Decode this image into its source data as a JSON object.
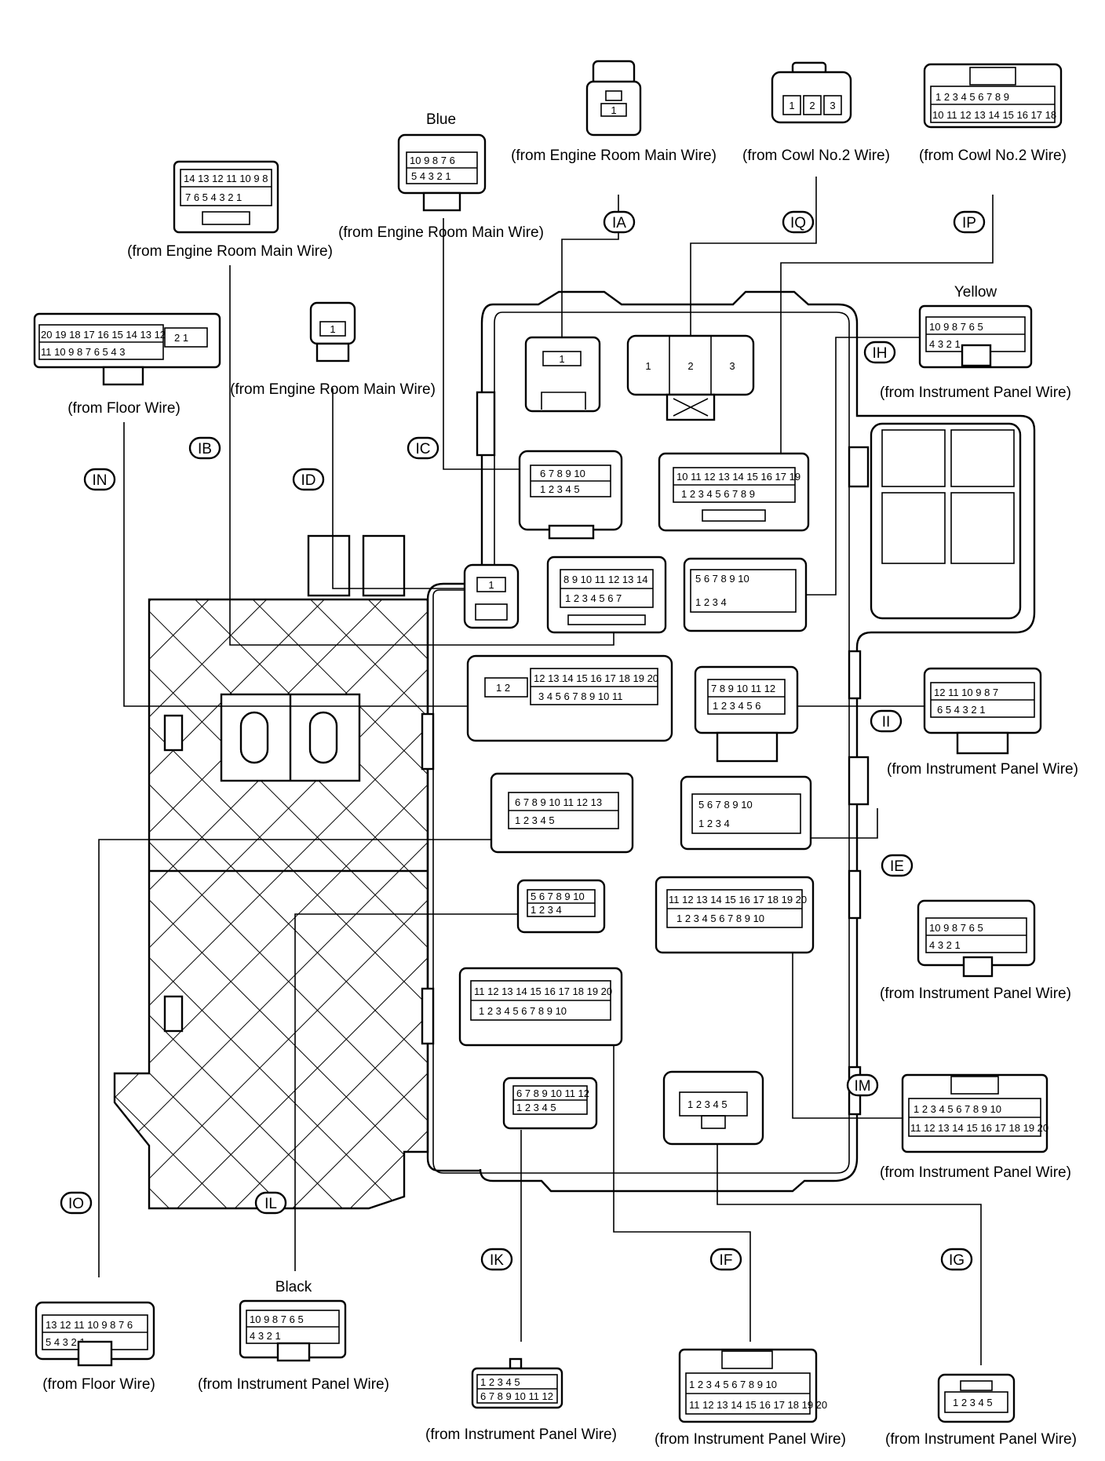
{
  "connectors": [
    {
      "id": "IA",
      "source": "(from Engine Room Main Wire)",
      "pins": "1"
    },
    {
      "id": "IQ",
      "source": "(from Cowl No.2 Wire)",
      "pins": "1 2 3"
    },
    {
      "id": "IP",
      "source": "(from Cowl No.2 Wire)",
      "pins": "1-18"
    },
    {
      "id": "IC",
      "source": "(from Engine Room Main Wire)",
      "color": "Blue",
      "pins": "1-10"
    },
    {
      "id": "IB",
      "source": "(from Engine Room Main Wire)",
      "pins": "1-14"
    },
    {
      "id": "IN",
      "source": "(from Floor Wire)",
      "pins": "1-20"
    },
    {
      "id": "ID",
      "source": "(from Engine Room Main Wire)",
      "pins": "1"
    },
    {
      "id": "IH",
      "source": "(from Instrument Panel Wire)",
      "color": "Yellow",
      "pins": "1-10"
    },
    {
      "id": "II",
      "source": "(from Instrument Panel Wire)",
      "pins": "1-12"
    },
    {
      "id": "IE",
      "source": "(from Instrument Panel Wire)",
      "pins": "1-10"
    },
    {
      "id": "IM",
      "source": "(from Instrument Panel Wire)",
      "pins": "1-20"
    },
    {
      "id": "IO",
      "source": "(from Floor Wire)",
      "pins": "1-13"
    },
    {
      "id": "IL",
      "source": "(from Instrument Panel Wire)",
      "color": "Black",
      "pins": "1-10"
    },
    {
      "id": "IK",
      "source": "(from Instrument Panel Wire)",
      "pins": "1-12"
    },
    {
      "id": "IF",
      "source": "(from Instrument Panel Wire)",
      "pins": "1-20"
    },
    {
      "id": "IG",
      "source": "(from Instrument Panel Wire)",
      "pins": "1-5"
    }
  ]
}
